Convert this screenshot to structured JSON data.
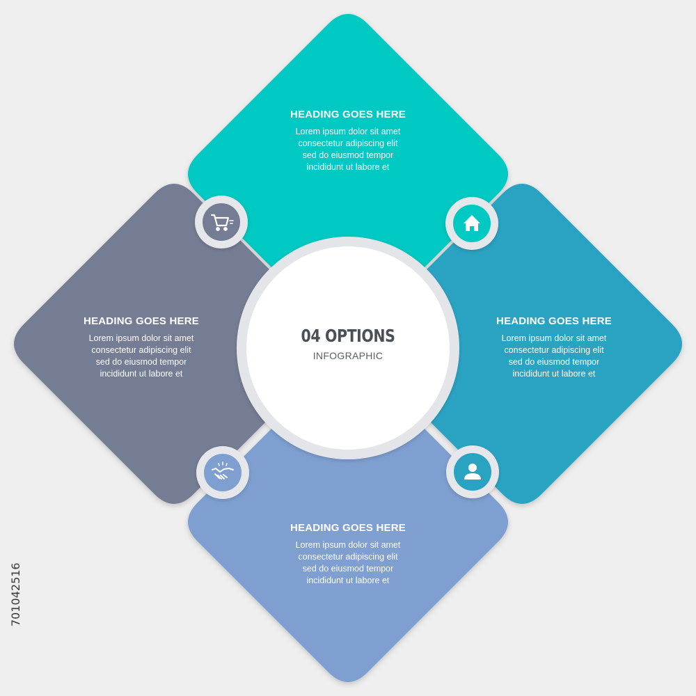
{
  "center": {
    "title": "04 OPTIONS",
    "subtitle": "INFOGRAPHIC"
  },
  "options": [
    {
      "position": "top",
      "color": "#00c8c2",
      "icon": "home-icon",
      "heading": "HEADING GOES HERE",
      "lines": [
        "Lorem ipsum dolor sit amet",
        "consectetur adipiscing elit",
        "sed do eiusmod tempor",
        "incididunt ut labore et"
      ]
    },
    {
      "position": "right",
      "color": "#2aa3c2",
      "icon": "user-icon",
      "heading": "HEADING GOES HERE",
      "lines": [
        "Lorem ipsum dolor sit amet",
        "consectetur adipiscing elit",
        "sed do eiusmod tempor",
        "incididunt ut labore et"
      ]
    },
    {
      "position": "bottom",
      "color": "#7e9fd0",
      "icon": "handshake-icon",
      "heading": "HEADING GOES HERE",
      "lines": [
        "Lorem ipsum dolor sit amet",
        "consectetur adipiscing elit",
        "sed do eiusmod tempor",
        "incididunt ut labore et"
      ]
    },
    {
      "position": "left",
      "color": "#757d94",
      "icon": "shopping-cart-icon",
      "heading": "HEADING GOES HERE",
      "lines": [
        "Lorem ipsum dolor sit amet",
        "consectetur adipiscing elit",
        "sed do eiusmod tempor",
        "incididunt ut labore et"
      ]
    }
  ],
  "badge_ring_color": "#e6e7ea",
  "center_ring_color": "#e4e5e8",
  "stock_id": "701042516"
}
